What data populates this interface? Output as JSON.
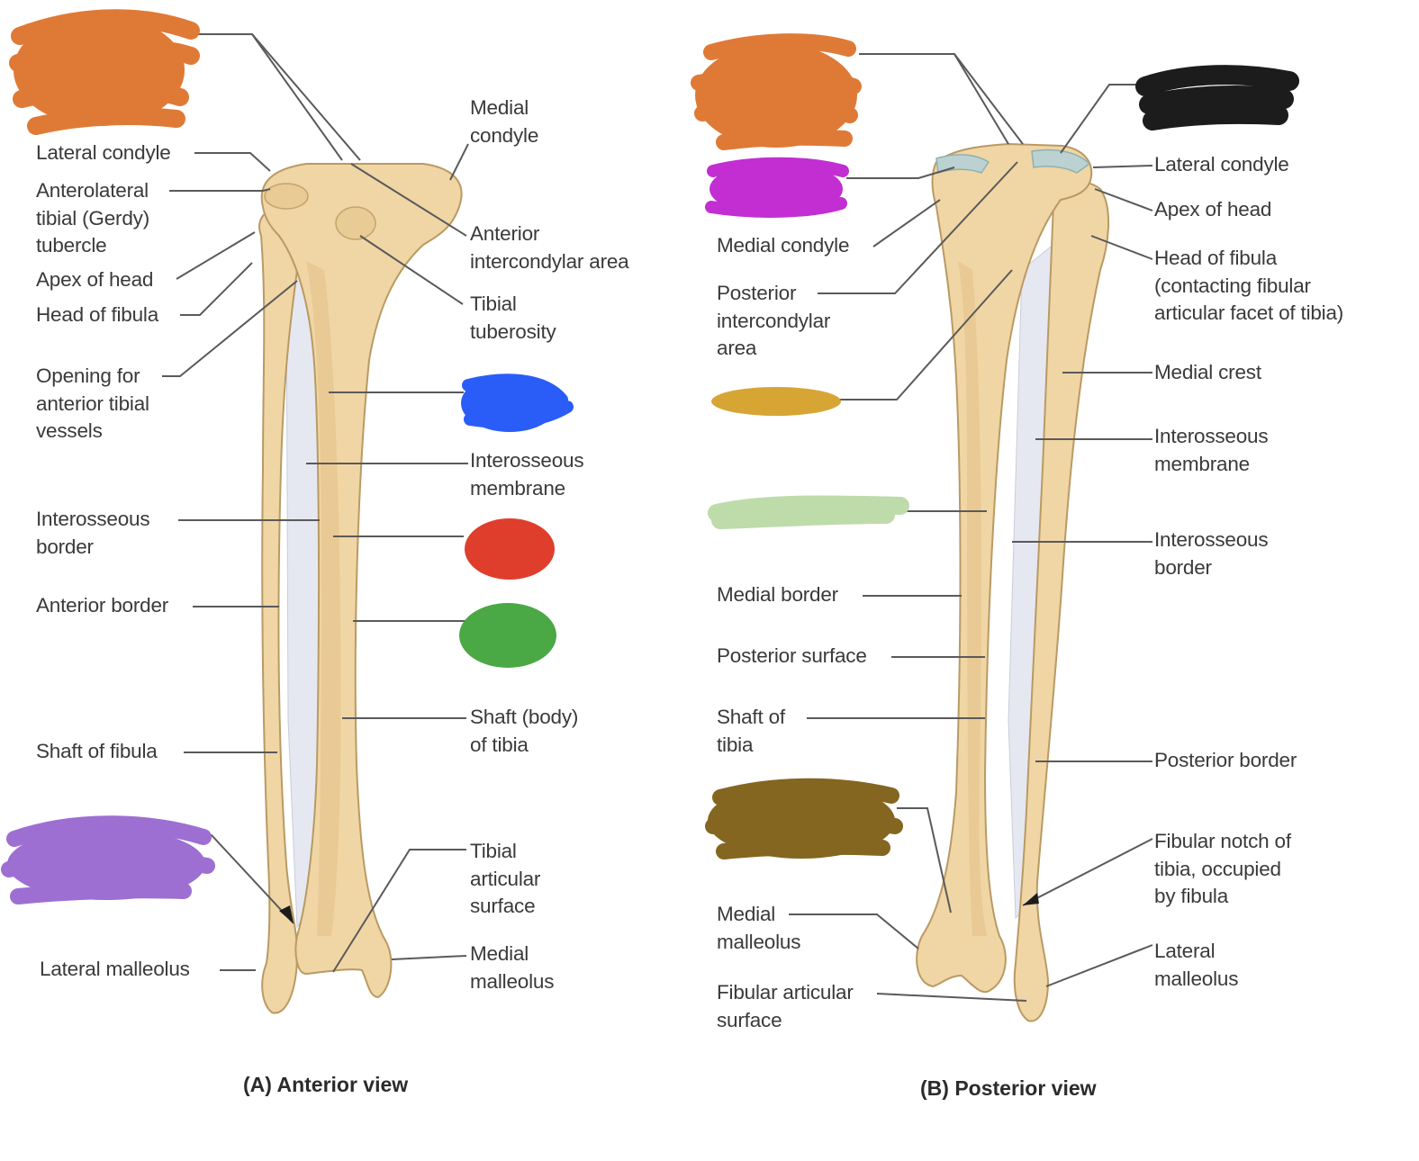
{
  "views": {
    "anterior": {
      "caption": "(A) Anterior view",
      "labels": {
        "lateral_condyle": "Lateral condyle",
        "anterolateral_tubercle": "Anterolateral\ntibial (Gerdy)\ntubercle",
        "apex_of_head": "Apex of head",
        "head_of_fibula": "Head of fibula",
        "opening_vessels": "Opening for\nanterior tibial\nvessels",
        "interosseous_border": "Interosseous\nborder",
        "anterior_border": "Anterior border",
        "shaft_of_fibula": "Shaft of fibula",
        "lateral_malleolus": "Lateral malleolus",
        "medial_condyle": "Medial\ncondyle",
        "anterior_intercondylar_area": "Anterior\nintercondylar area",
        "tibial_tuberosity": "Tibial\ntuberosity",
        "interosseous_membrane": "Interosseous\nmembrane",
        "shaft_of_tibia": "Shaft (body)\nof tibia",
        "tibial_articular_surface": "Tibial\narticular\nsurface",
        "medial_malleolus": "Medial\nmalleolus"
      }
    },
    "posterior": {
      "caption": "(B) Posterior view",
      "labels": {
        "medial_condyle": "Medial condyle",
        "posterior_intercondylar_area": "Posterior\nintercondylar\narea",
        "medial_border": "Medial border",
        "posterior_surface": "Posterior surface",
        "shaft_of_tibia": "Shaft of\ntibia",
        "medial_malleolus": "Medial\nmalleolus",
        "fibular_articular_surface": "Fibular articular\nsurface",
        "lateral_condyle": "Lateral condyle",
        "apex_of_head": "Apex of head",
        "head_of_fibula": "Head of fibula\n(contacting fibular\narticular facet of tibia)",
        "medial_crest": "Medial crest",
        "interosseous_membrane": "Interosseous\nmembrane",
        "interosseous_border": "Interosseous\nborder",
        "posterior_border": "Posterior border",
        "fibular_notch": "Fibular notch of\ntibia, occupied\nby fibula",
        "lateral_malleolus": "Lateral\nmalleolus"
      }
    }
  },
  "redaction_colors": {
    "orange": "#df7a36",
    "blue": "#2a5cf7",
    "red": "#df3e2c",
    "green": "#4aa845",
    "lavender": "#9d6fd2",
    "black": "#1c1c1c",
    "magenta": "#c22ed2",
    "mustard": "#d6a534",
    "sage": "#bedbaa",
    "olive": "#846620"
  },
  "colors": {
    "bone": "#f0d6a4",
    "bone_outline": "#b99a64",
    "membrane": "#e6e8f1",
    "leader": "#5a5a5a",
    "cartilage": "#bcd2d2"
  }
}
